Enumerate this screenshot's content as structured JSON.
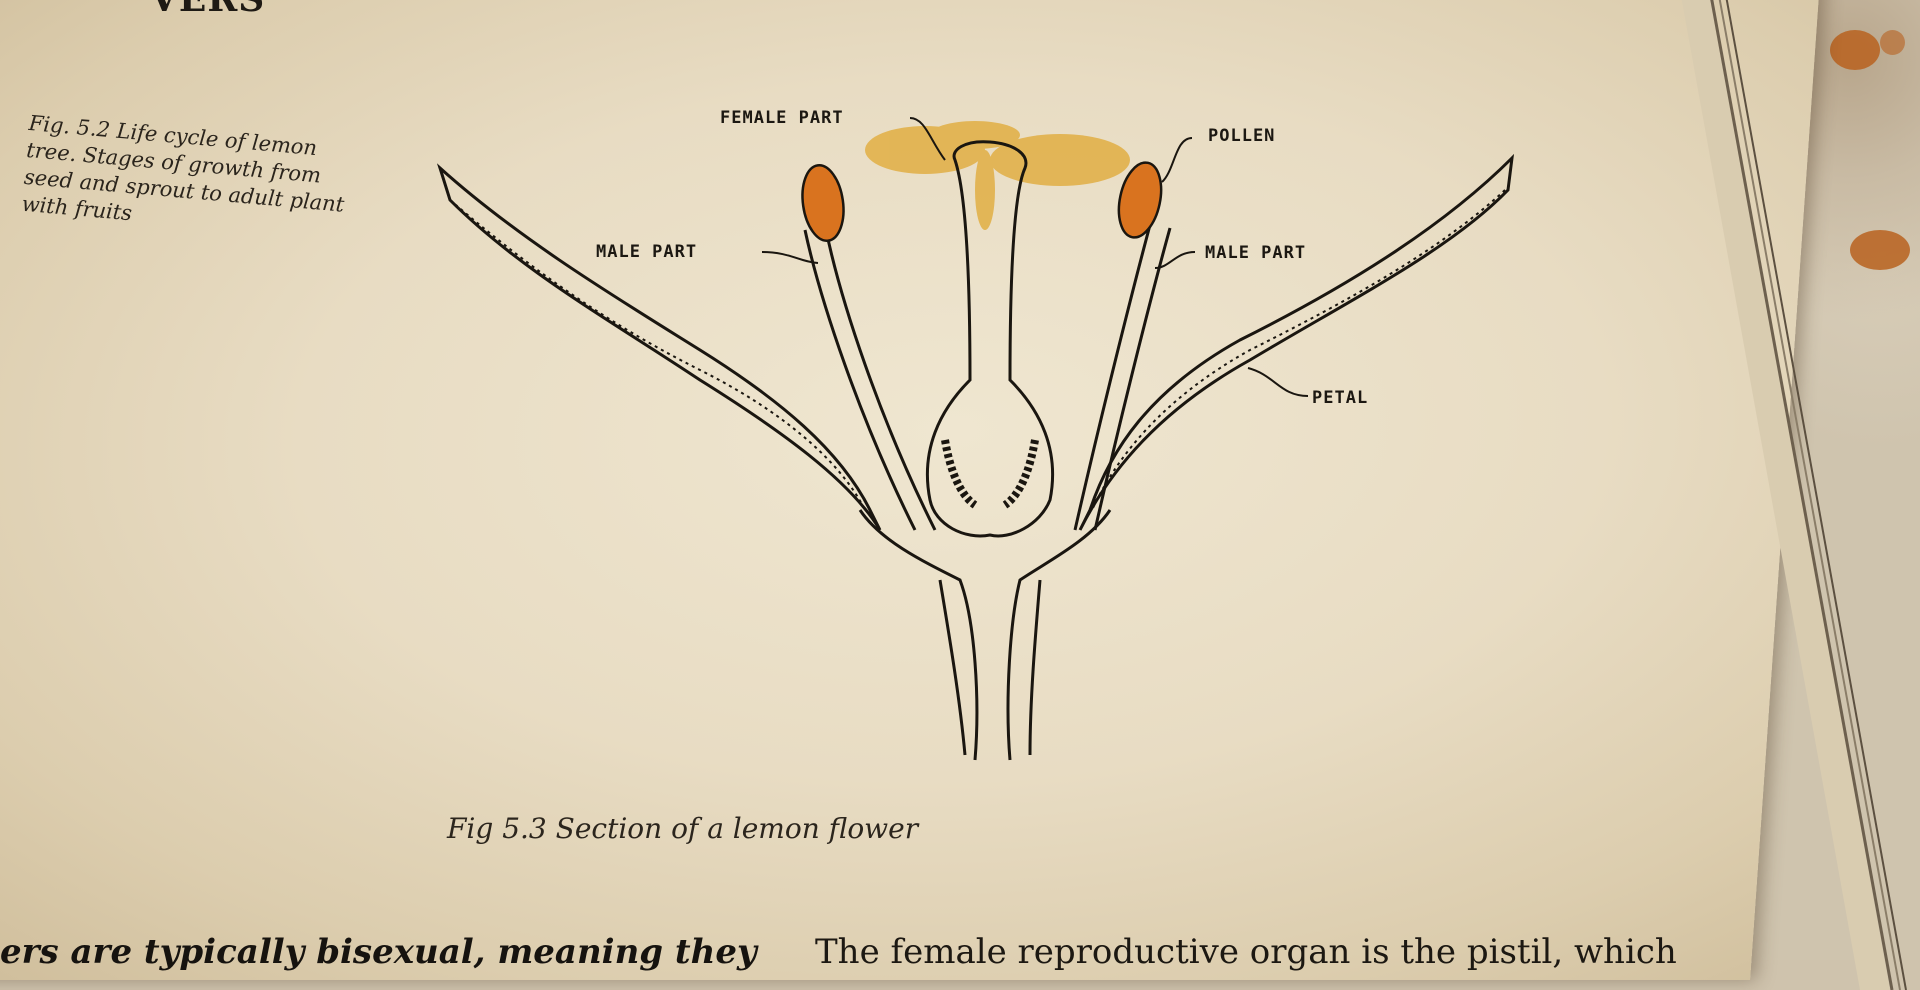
{
  "page": {
    "chapter_title": "VERS",
    "side_caption": "Fig. 5.2  Life cycle of lemon tree. Stages of growth from seed and sprout to adult plant with fruits",
    "figure_caption": "Fig 5.3 Section of a lemon flower",
    "body_left": "ers are typically bisexual, meaning they",
    "body_right": "The female reproductive organ is the pistil, which"
  },
  "diagram": {
    "labels": {
      "female_part": "FEMALE PART",
      "pollen": "POLLEN",
      "male_part_left": "MALE PART",
      "male_part_right": "MALE PART",
      "petal": "PETAL"
    },
    "colors": {
      "ink": "#1a1610",
      "anther": "#d9731f",
      "pollen": "#e0a832",
      "paper": "#ebe1ca"
    }
  }
}
